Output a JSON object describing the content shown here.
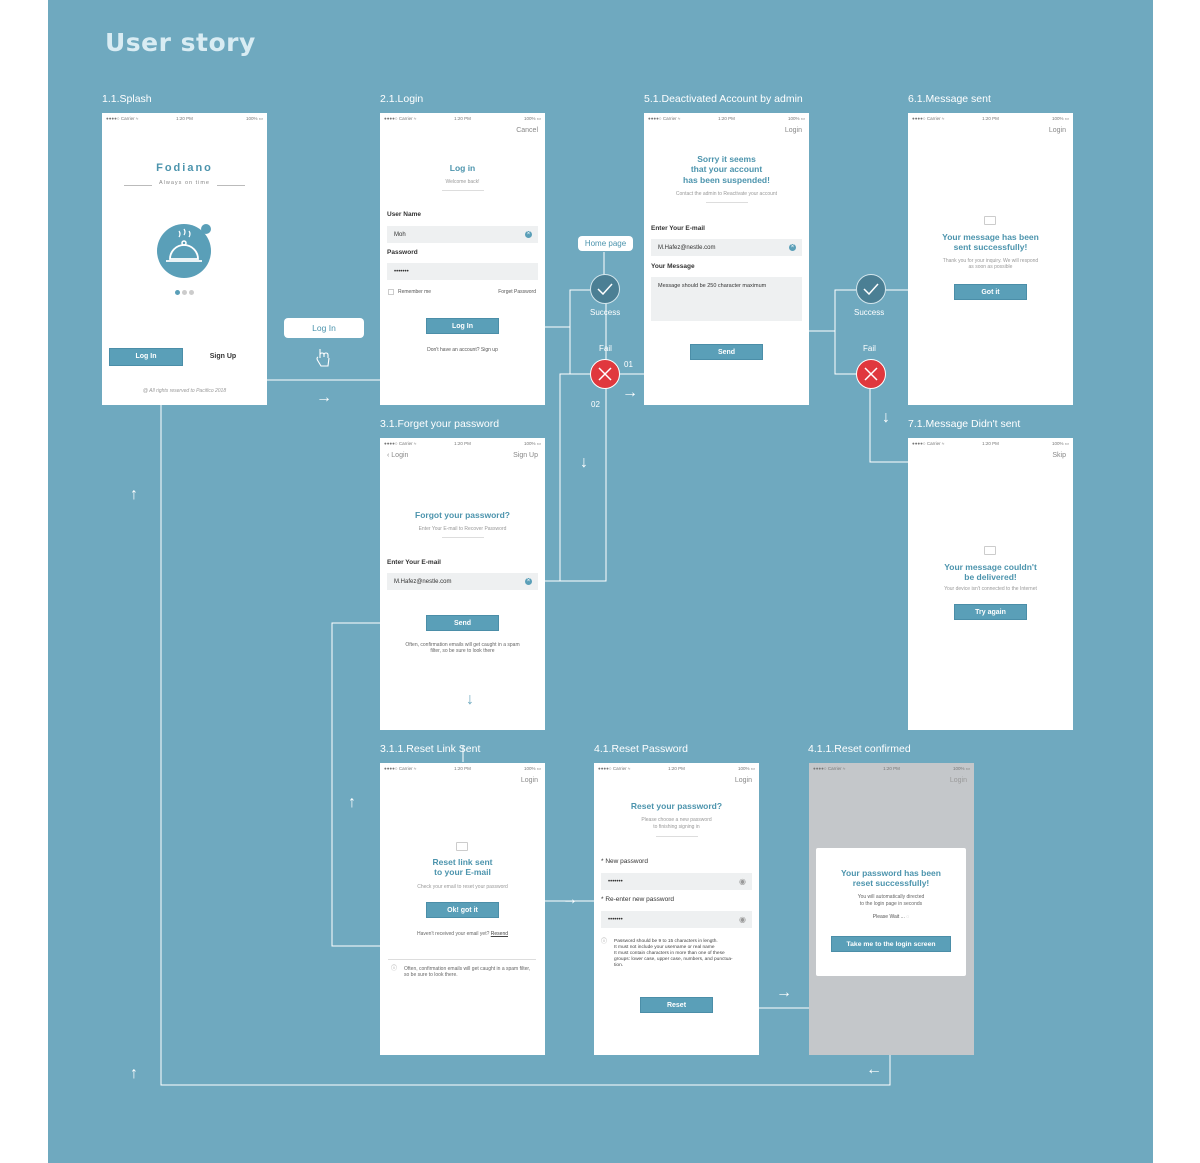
{
  "title": "User story",
  "screens": {
    "splash": {
      "label": "1.1.Splash",
      "status": {
        "left": "●●●●○ Carrier ≈",
        "time": "1:20 PM",
        "right": "100% ▭"
      },
      "brand": "Fodiano",
      "tagline": "Always on time",
      "login_btn": "Log In",
      "signup_btn": "Sign Up",
      "footer": "@ All rights reserved to Pacifico 2018"
    },
    "login": {
      "label": "2.1.Login",
      "status": {
        "left": "●●●●○ Carrier ≈",
        "time": "1:20 PM",
        "right": "100% ▭"
      },
      "cancel": "Cancel",
      "heading": "Log in",
      "sub": "Welcome back!",
      "user_label": "User Name",
      "user_value": "Moh",
      "pass_label": "Password",
      "pass_value": "•••••••",
      "remember": "Remember me",
      "forget": "Forget Password",
      "button": "Log In",
      "signup_text": "Don't have an account? Sign up"
    },
    "deactivated": {
      "label": "5.1.Deactivated Account by admin",
      "status": {
        "left": "●●●●○ Carrier ≈",
        "time": "1:20 PM",
        "right": "100% ▭"
      },
      "nav": "Login",
      "heading1": "Sorry it seems",
      "heading2": "that your account",
      "heading3": "has been suspended!",
      "sub": "Contact the admin to Reactivate your account",
      "email_label": "Enter Your E-mail",
      "email_value": "M.Hafez@nestle.com",
      "msg_label": "Your Message",
      "msg_value": "Message should be 250 character maximum",
      "button": "Send"
    },
    "msg_sent": {
      "label": "6.1.Message sent",
      "status": {
        "left": "●●●●○ Carrier ≈",
        "time": "1:20 PM",
        "right": "100% ▭"
      },
      "nav": "Login",
      "heading1": "Your message has been",
      "heading2": "sent successfully!",
      "sub1": "Thank you for your inquiry. We will respond",
      "sub2": "as soon as possible",
      "button": "Got it"
    },
    "forget": {
      "label": "3.1.Forget your password",
      "status": {
        "left": "●●●●○ Carrier ≈",
        "time": "1:20 PM",
        "right": "100% ▭"
      },
      "back": "Login",
      "signup": "Sign Up",
      "heading": "Forgot your password?",
      "sub": "Enter Your E-mail to Recover Password",
      "email_label": "Enter Your E-mail",
      "email_value": "M.Hafez@nestle.com",
      "button": "Send",
      "note1": "Often, confirmation emails will get caught in a spam",
      "note2": "filter, so be sure to look there"
    },
    "not_sent": {
      "label": "7.1.Message Didn't sent",
      "status": {
        "left": "●●●●○ Carrier ≈",
        "time": "1:20 PM",
        "right": "100% ▭"
      },
      "nav": "Skip",
      "heading1": "Your message couldn't",
      "heading2": "be delivered!",
      "sub": "Your device isn't connected to the Internet",
      "button": "Try again"
    },
    "reset_link": {
      "label": "3.1.1.Reset Link Sent",
      "status": {
        "left": "●●●●○ Carrier ≈",
        "time": "1:20 PM",
        "right": "100% ▭"
      },
      "nav": "Login",
      "heading1": "Reset link sent",
      "heading2": "to your E-mail",
      "sub": "Check your email to reset your password",
      "button": "Ok! got it",
      "resend_text": "Haven't received your email yet?",
      "resend_link": "Resend",
      "note1": "Often, confirmation emails will get caught in a spam filter,",
      "note2": "so be sure to look there."
    },
    "reset_pw": {
      "label": "4.1.Reset Password",
      "status": {
        "left": "●●●●○ Carrier ≈",
        "time": "1:20 PM",
        "right": "100% ▭"
      },
      "nav": "Login",
      "heading": "Reset your password?",
      "sub1": "Please choose a new password",
      "sub2": "to finishing signing in",
      "new_label": "* New password",
      "new_value": "•••••••",
      "re_label": "* Re-enter new password",
      "re_value": "•••••••",
      "rule1": "Password should be  9 to 15 characters in length.",
      "rule2": "It must not include your username or real name",
      "rule3": "It must contain characters in more than one of these",
      "rule4": "groups: lower case, upper case, numbers, and punctua-",
      "rule5": "tion.",
      "button": "Reset"
    },
    "reset_confirmed": {
      "label": "4.1.1.Reset confirmed",
      "status": {
        "left": "●●●●○ Carrier ≈",
        "time": "1:20 PM",
        "right": "100% ▭"
      },
      "nav": "Login",
      "heading1": "Your password has been",
      "heading2": "reset successfully!",
      "sub1": "You will automatically directed",
      "sub2": "to the login page in seconds",
      "wait": "Please Wait ...",
      "button": "Take me to the login screen"
    }
  },
  "flow": {
    "login_pill": "Log In",
    "home_pill": "Home page",
    "success1": "Success",
    "fail1": "Fail",
    "path01": "01",
    "path02": "02",
    "success2": "Success",
    "fail2": "Fail"
  },
  "colors": {
    "background": "#6fa9bf",
    "accent": "#5a9fb8",
    "heading": "#4c94ad",
    "fail": "#e0383e",
    "success": "#4b7f94"
  }
}
